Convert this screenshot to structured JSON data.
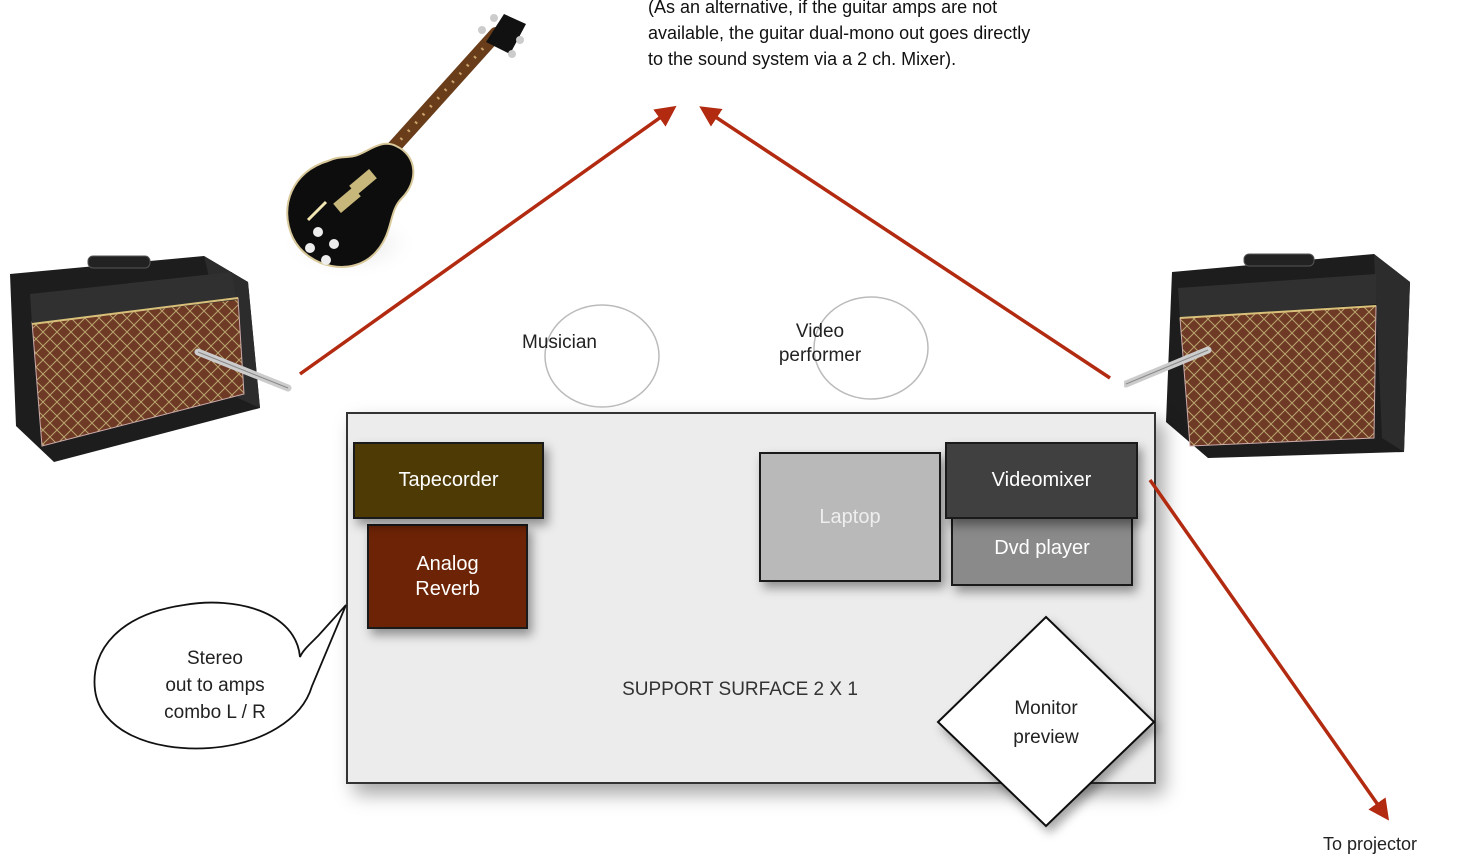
{
  "note": {
    "line1": "(As an alternative, if the guitar amps are not",
    "line2": "available, the guitar dual-mono out goes directly",
    "line3": "to the sound system via a 2 ch. Mixer)."
  },
  "people": {
    "musician": "Musician",
    "video_line1": "Video",
    "video_line2": "performer"
  },
  "surface": {
    "label": "SUPPORT SURFACE 2 X 1",
    "tapecorder": "Tapecorder",
    "reverb_line1": "Analog",
    "reverb_line2": "Reverb",
    "laptop": "Laptop",
    "videomixer": "Videomixer",
    "dvd": "Dvd player",
    "monitor_line1": "Monitor",
    "monitor_line2": "preview"
  },
  "callout": {
    "line1": "Stereo",
    "line2": "out to amps",
    "line3": "combo L / R"
  },
  "projector": "To projector",
  "colors": {
    "arrow": "#b22a10",
    "tapecorder": "#4d3a05",
    "reverb": "#6d2306",
    "laptop": "#b9b9b9",
    "videomixer": "#404040",
    "dvd": "#8a8a8a",
    "surface": "#ececec"
  },
  "icons": [
    "guitar-icon",
    "guitar-amp-left-icon",
    "guitar-amp-right-icon"
  ]
}
